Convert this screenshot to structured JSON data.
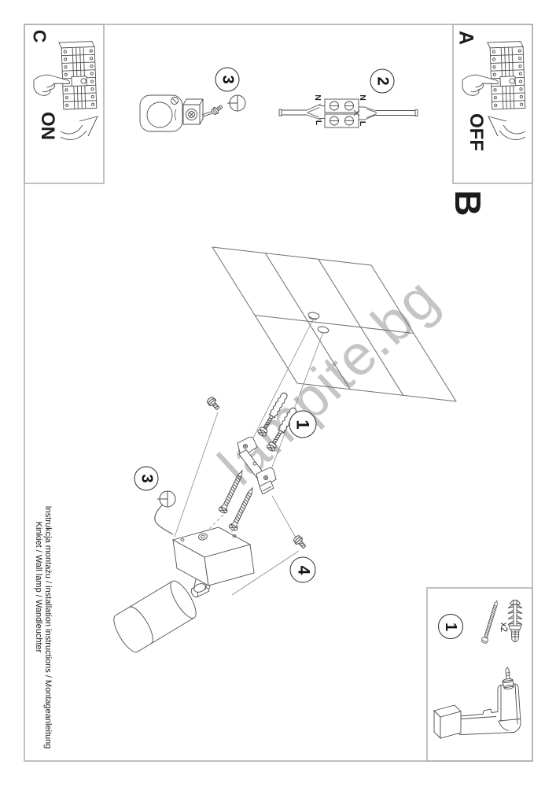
{
  "sections": {
    "a": "A",
    "b": "B",
    "c": "C"
  },
  "switch_states": {
    "on": "ON",
    "off": "OFF"
  },
  "steps": {
    "one": "1",
    "two": "2",
    "three": "3",
    "four": "4"
  },
  "wiring": {
    "neutral": "N",
    "live": "L"
  },
  "tools": {
    "quantity": "x2"
  },
  "watermark": {
    "text": "lampite.bg",
    "color": "#c5c5c5"
  },
  "footer": {
    "line1": "Instrukcja montażu / installation instructions / Montageanleitung",
    "line2": "Kinkiet / Wall lamp / Wandleuchter"
  }
}
